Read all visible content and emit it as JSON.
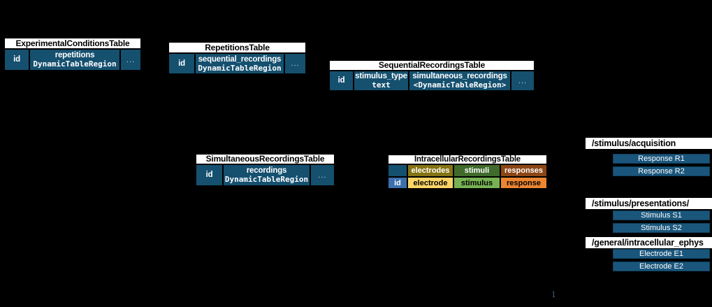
{
  "diagram": {
    "tables": {
      "experimental_conditions": {
        "title": "ExperimentalConditionsTable",
        "col_id": "id",
        "col_main_name": "repetitions",
        "col_main_type": "DynamicTableRegion",
        "col_more": "..."
      },
      "repetitions": {
        "title": "RepetitionsTable",
        "col_id": "id",
        "col_main_name": "sequential_recordings",
        "col_main_type": "DynamicTableRegion",
        "col_more": "..."
      },
      "sequential_recordings": {
        "title": "SequentialRecordingsTable",
        "col_id": "id",
        "col_stim_name": "stimulus_type",
        "col_stim_type": "text",
        "col_main_name": "simultaneous_recordings",
        "col_main_type": "<DynamicTableRegion>",
        "col_more": "..."
      },
      "simultaneous_recordings": {
        "title": "SimultaneousRecordingsTable",
        "col_id": "id",
        "col_main_name": "recordings",
        "col_main_type": "DynamicTableRegion",
        "col_more": "..."
      },
      "intracellular_recordings": {
        "title": "IntracellularRecordingsTable",
        "group_electrodes": "electrodes",
        "group_stimuli": "stimuli",
        "group_responses": "responses",
        "col_id": "id",
        "col_electrode": "electrode",
        "col_stimulus": "stimulus",
        "col_response": "response"
      }
    },
    "groups": {
      "acquisition": {
        "path": "/stimulus/acquisition",
        "items": {
          "r1": "Response R1",
          "r2": "Response R2"
        }
      },
      "presentations": {
        "path": "/stimulus/presentations/",
        "items": {
          "s1": "Stimulus S1",
          "s2": "Stimulus S2"
        }
      },
      "ephys": {
        "path": "/general/intracellular_ephys",
        "items": {
          "e1": "Electrode E1",
          "e2": "Electrode E2"
        }
      }
    },
    "page_number": "1",
    "colors": {
      "background": "#000000",
      "table_header_bg": "#ffffff",
      "table_cell_blue": "#15506f",
      "file_bar_blue": "#1a567c",
      "electrodes_group": "#857414",
      "stimuli_group": "#406b2c",
      "responses_group": "#8c4615",
      "id_cell_blue": "#3c6fad",
      "electrode_cell": "#fbd565",
      "stimulus_cell": "#77b253",
      "response_cell": "#ec8531"
    }
  }
}
